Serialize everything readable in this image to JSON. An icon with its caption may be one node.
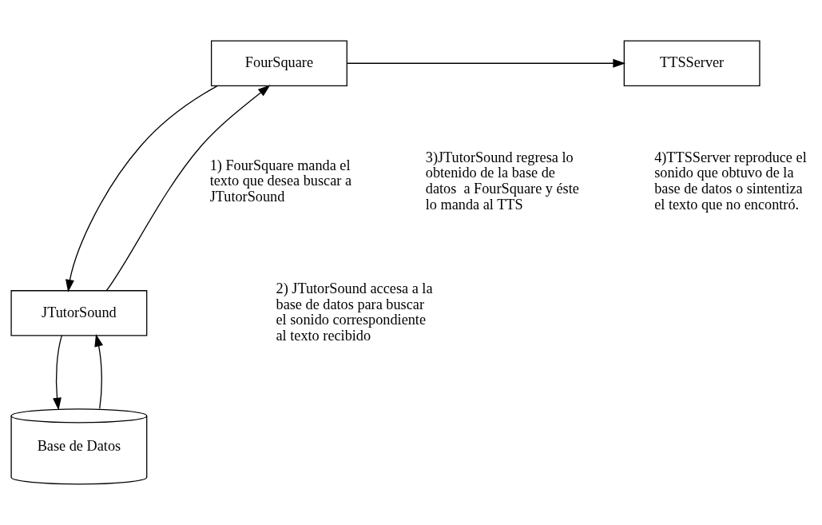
{
  "diagram": {
    "nodes": [
      {
        "text": [
          "FourSquare"
        ]
      },
      {
        "text": [
          "TTSServer"
        ]
      },
      {
        "text": [
          "JTutorSound"
        ]
      },
      {
        "text": [
          "Base de Datos"
        ]
      }
    ],
    "edges": [
      {
        "from": 0,
        "to": 1,
        "arrow": "to"
      },
      {
        "from": 0,
        "to": 2,
        "arrow": "to"
      },
      {
        "from": 2,
        "to": 0,
        "arrow": "to"
      },
      {
        "from": 2,
        "to": 3,
        "arrow": "to"
      },
      {
        "from": 3,
        "to": 2,
        "arrow": "to"
      }
    ],
    "labels": [
      "1) FourSquare manda el texto que desea buscar a JTutorSound",
      "3)JTutorSound regresa lo obtenido de la base de datos  a FourSquare y éste lo manda al TTS",
      "4)TTSServer reproduce el sonido que obtuvo de la base de datos o sintentiza el texto que no encontró.",
      "2) JTutorSound accesa a la base de datos para buscar el sonido correspondiente al texto recibido"
    ]
  }
}
